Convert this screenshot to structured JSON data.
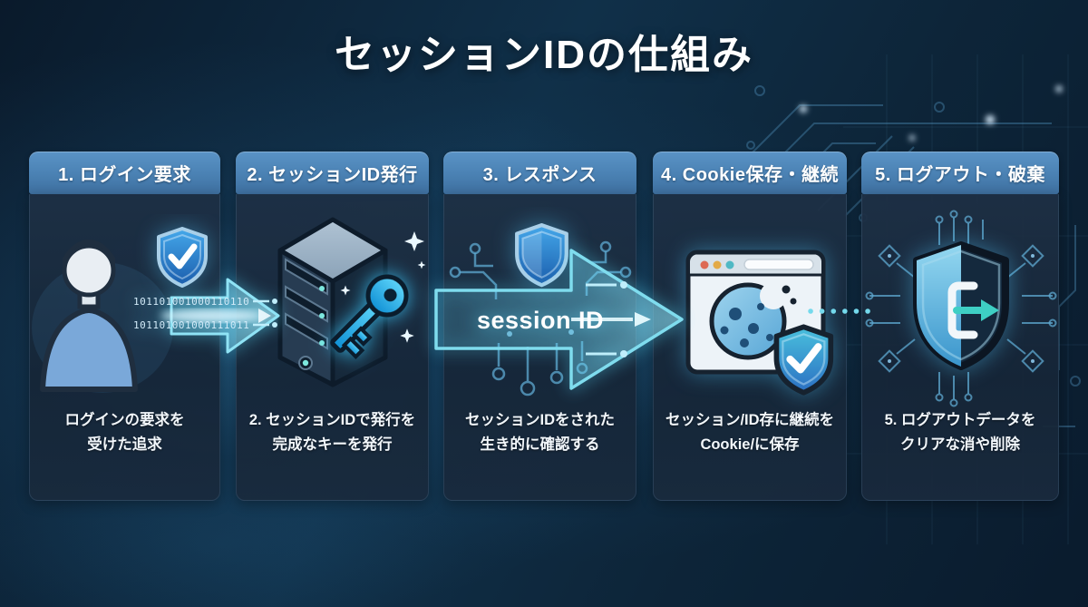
{
  "title": "セッションIDの仕組み",
  "steps": [
    {
      "header": "1. ログイン要求",
      "caption_line1": "ログインの要求を",
      "caption_line2": "受けた追求",
      "icon": "user-with-shield"
    },
    {
      "header": "2. セッションID発行",
      "caption_line1": "2. セッションIDで発行を",
      "caption_line2": "完成なキーを発行",
      "icon": "server-with-key"
    },
    {
      "header": "3. レスポンス",
      "caption_line1": "セッションIDをされた",
      "caption_line2": "生き的に確認する",
      "icon": "shield-circuit"
    },
    {
      "header": "4. Cookie保存・継続",
      "caption_line1": "セッション/ID存に継続を",
      "caption_line2": "Cookie/に保存",
      "icon": "browser-cookie-shield"
    },
    {
      "header": "5. ログアウト・破棄",
      "caption_line1": "5. ログアウトデータを",
      "caption_line2": "クリアな消や削除",
      "icon": "logout-shield-circuit"
    }
  ],
  "arrow_label": "session ID",
  "binary_stream": {
    "line1": "101101001000110110",
    "line2": "101101001000111011"
  },
  "colors": {
    "background": "#0d2234",
    "panel_body": "#1c2e42",
    "header_blue": "#4e86ba",
    "accent_cyan": "#7fdcec",
    "arrow_outline": "#8fe3f5",
    "shield_blue": "#2f8fe0",
    "key_cyan": "#2fc1f2",
    "cookie_blue": "#7fc0e4",
    "title_color": "#ffffff"
  }
}
